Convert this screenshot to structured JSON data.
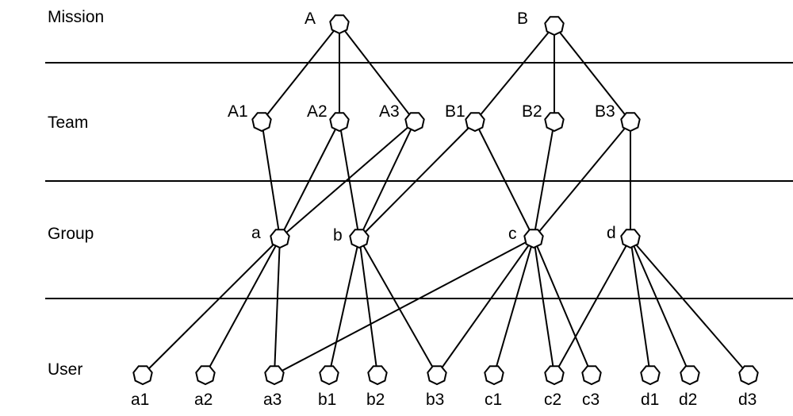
{
  "rows": [
    {
      "id": "mission",
      "label": "Mission"
    },
    {
      "id": "team",
      "label": "Team"
    },
    {
      "id": "group",
      "label": "Group"
    },
    {
      "id": "user",
      "label": "User"
    }
  ],
  "nodes": [
    {
      "id": "A",
      "label": "A",
      "level": "mission"
    },
    {
      "id": "B",
      "label": "B",
      "level": "mission"
    },
    {
      "id": "A1",
      "label": "A1",
      "level": "team"
    },
    {
      "id": "A2",
      "label": "A2",
      "level": "team"
    },
    {
      "id": "A3",
      "label": "A3",
      "level": "team"
    },
    {
      "id": "B1",
      "label": "B1",
      "level": "team"
    },
    {
      "id": "B2",
      "label": "B2",
      "level": "team"
    },
    {
      "id": "B3",
      "label": "B3",
      "level": "team"
    },
    {
      "id": "a",
      "label": "a",
      "level": "group"
    },
    {
      "id": "b",
      "label": "b",
      "level": "group"
    },
    {
      "id": "c",
      "label": "c",
      "level": "group"
    },
    {
      "id": "d",
      "label": "d",
      "level": "group"
    },
    {
      "id": "a1",
      "label": "a1",
      "level": "user"
    },
    {
      "id": "a2",
      "label": "a2",
      "level": "user"
    },
    {
      "id": "a3",
      "label": "a3",
      "level": "user"
    },
    {
      "id": "b1",
      "label": "b1",
      "level": "user"
    },
    {
      "id": "b2",
      "label": "b2",
      "level": "user"
    },
    {
      "id": "b3",
      "label": "b3",
      "level": "user"
    },
    {
      "id": "c1",
      "label": "c1",
      "level": "user"
    },
    {
      "id": "c2",
      "label": "c2",
      "level": "user"
    },
    {
      "id": "c3",
      "label": "c3",
      "level": "user"
    },
    {
      "id": "d1",
      "label": "d1",
      "level": "user"
    },
    {
      "id": "d2",
      "label": "d2",
      "level": "user"
    },
    {
      "id": "d3",
      "label": "d3",
      "level": "user"
    }
  ],
  "edges": [
    [
      "A",
      "A1"
    ],
    [
      "A",
      "A2"
    ],
    [
      "A",
      "A3"
    ],
    [
      "B",
      "B1"
    ],
    [
      "B",
      "B2"
    ],
    [
      "B",
      "B3"
    ],
    [
      "A1",
      "a"
    ],
    [
      "A2",
      "a"
    ],
    [
      "A3",
      "a"
    ],
    [
      "A2",
      "b"
    ],
    [
      "A3",
      "b"
    ],
    [
      "B1",
      "b"
    ],
    [
      "B1",
      "c"
    ],
    [
      "B2",
      "c"
    ],
    [
      "B3",
      "c"
    ],
    [
      "B3",
      "d"
    ],
    [
      "a",
      "a1"
    ],
    [
      "a",
      "a2"
    ],
    [
      "a",
      "a3"
    ],
    [
      "c",
      "a3"
    ],
    [
      "b",
      "b1"
    ],
    [
      "b",
      "b2"
    ],
    [
      "b",
      "b3"
    ],
    [
      "c",
      "b3"
    ],
    [
      "c",
      "c1"
    ],
    [
      "c",
      "c2"
    ],
    [
      "c",
      "c3"
    ],
    [
      "d",
      "c2"
    ],
    [
      "d",
      "d1"
    ],
    [
      "d",
      "d2"
    ],
    [
      "d",
      "d3"
    ]
  ]
}
